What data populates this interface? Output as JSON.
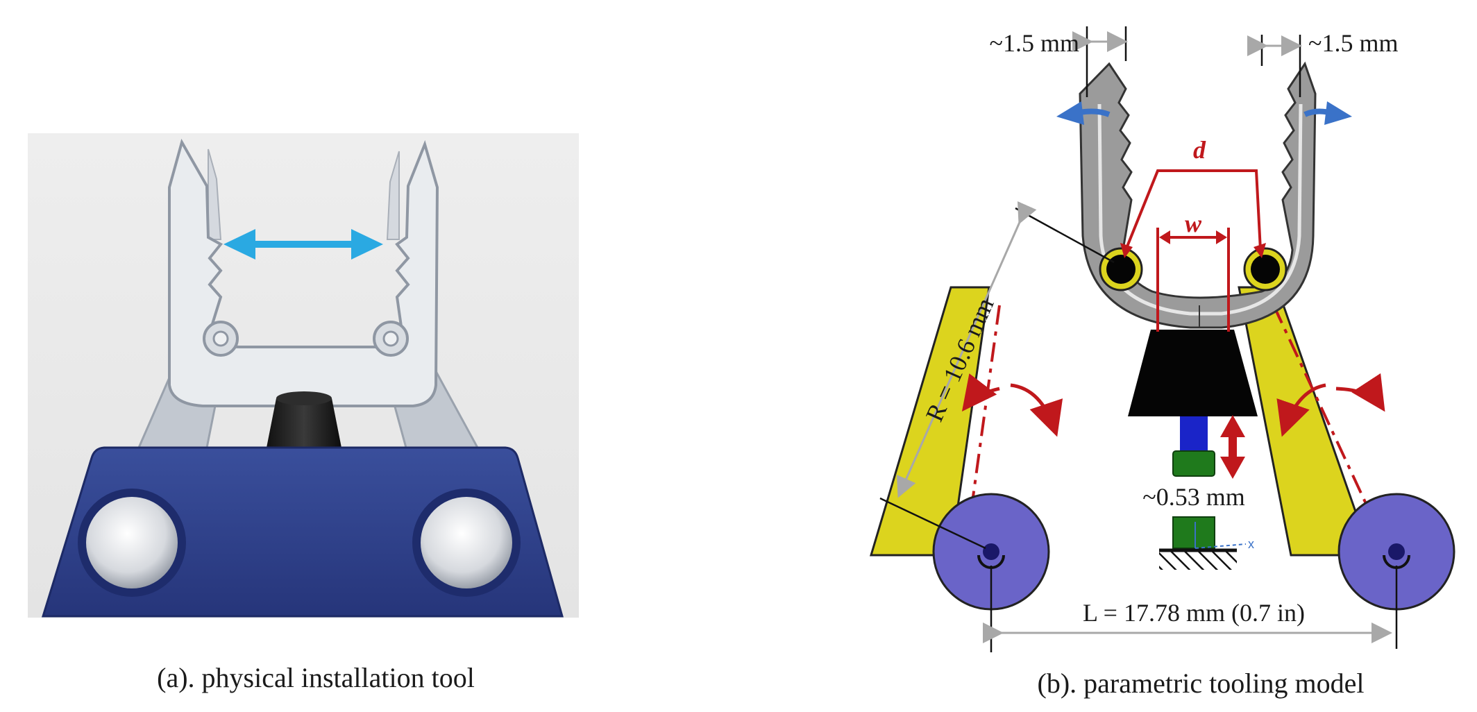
{
  "panel_a": {
    "caption": "(a). physical installation tool"
  },
  "panel_b": {
    "caption": "(b). parametric tooling model",
    "gap_left": "~1.5 mm",
    "gap_right": "~1.5 mm",
    "label_d": "d",
    "label_w": "w",
    "radius": "R = 10.6 mm",
    "stroke": "~0.53 mm",
    "length": "L = 17.78 mm (0.7 in)",
    "axis_x": "x"
  },
  "colors": {
    "device_blue": "#2d3f86",
    "rod_yellow": "#dcd41e",
    "end_cap_purple": "#6a64c8",
    "jaw_gray": "#9b9b9b",
    "annotation_red": "#c0181c",
    "arrow_cyan": "#2aa9e2",
    "arrow_blue": "#3a72c8"
  }
}
